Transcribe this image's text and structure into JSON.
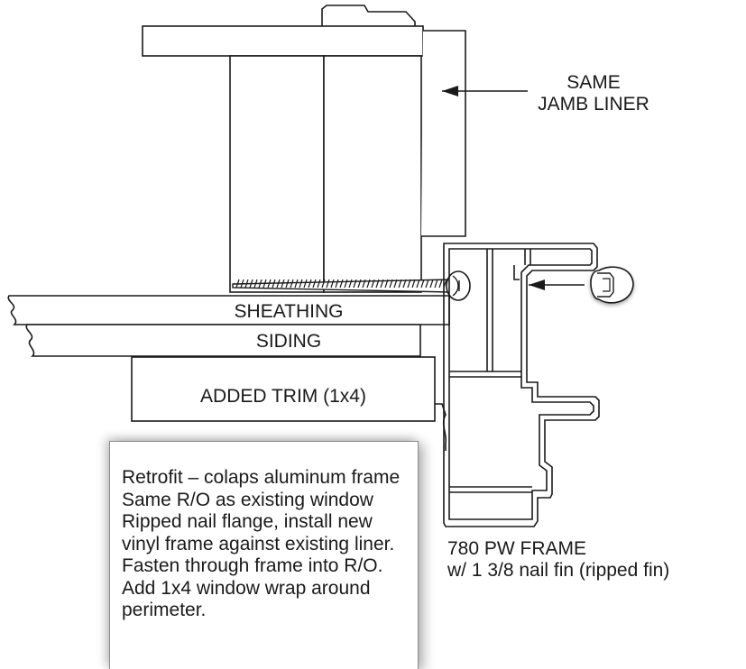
{
  "labels": {
    "jamb_liner": [
      "SAME",
      "JAMB LINER"
    ],
    "sheathing": "SHEATHING",
    "siding": "SIDING",
    "added_trim": "ADDED TRIM (1x4)",
    "frame": [
      "780 PW FRAME",
      "w/ 1 3/8 nail fin (ripped fin)"
    ]
  },
  "note": {
    "lines": [
      "Retrofit – colaps aluminum frame",
      "Same R/O as existing window",
      "Ripped nail flange, install new",
      "vinyl frame against existing liner.",
      "Fasten through frame into R/O.",
      "Add 1x4 window wrap around",
      "perimeter."
    ]
  },
  "colors": {
    "stroke": "#1a1a1a",
    "fill": "#ffffff",
    "shadow": "#8a8a8a"
  }
}
